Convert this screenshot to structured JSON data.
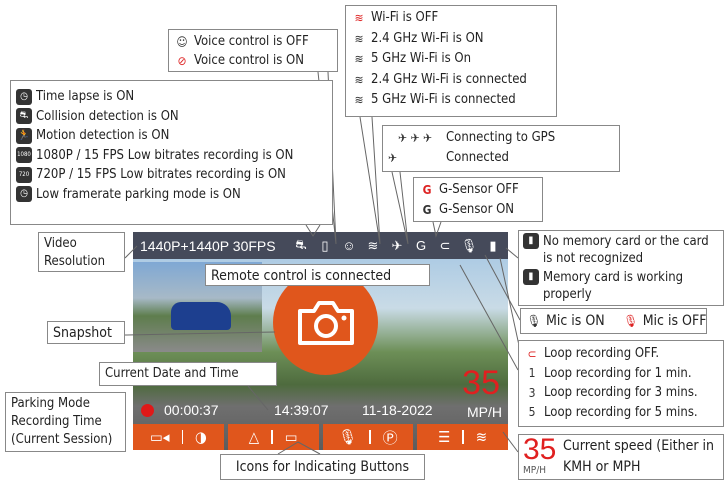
{
  "screen": {
    "resolution": "1440P+1440P 30FPS",
    "status_icons": [
      "collision-detection-icon",
      "remote-control-icon",
      "voice-control-icon",
      "wifi-5g-icon",
      "gps-icon",
      "g-sensor-off-icon",
      "loop-recording-off-icon",
      "mic-off-icon",
      "sd-card-icon"
    ],
    "recording_time": "00:00:37",
    "time": "14:39:07",
    "date": "11-18-2022",
    "speed": "35",
    "speed_unit": "MP/H",
    "buttons": [
      {
        "left": "video-camera-icon",
        "right": "contrast-icon"
      },
      {
        "left": "warning-triangle-icon",
        "right": "screen-icon"
      },
      {
        "left": "mic-icon",
        "right": "parking-icon"
      },
      {
        "left": "menu-icon",
        "right": "wifi-icon"
      }
    ],
    "accent": "#e0561c",
    "speed_color": "#e02020"
  },
  "callouts": {
    "modes": [
      "Time lapse is ON",
      "Collision detection is ON",
      "Motion detection is ON",
      "1080P / 15 FPS Low bitrates recording is ON",
      "720P / 15 FPS Low bitrates recording is ON",
      "Low framerate parking mode is ON"
    ],
    "voice": [
      "Voice control is OFF",
      "Voice control is ON"
    ],
    "wifi": [
      "Wi-Fi is OFF",
      "2.4 GHz Wi-Fi is ON",
      "5 GHz Wi-Fi is On",
      "2.4 GHz Wi-Fi is connected",
      "5 GHz Wi-Fi is connected"
    ],
    "gps": [
      "Connecting to GPS",
      "Connected"
    ],
    "gsensor": [
      "G-Sensor OFF",
      "G-Sensor ON"
    ],
    "video_resolution": "Video Resolution",
    "remote": "Remote control is connected",
    "snapshot": "Snapshot",
    "datetime": "Current Date and Time",
    "parking": "Parking Mode Recording Time (Current Session)",
    "indicating": "Icons for Indicating Buttons",
    "memory": [
      "No memory card or the card is not recognized",
      "Memory card is working properly"
    ],
    "mic": [
      "Mic is ON",
      "Mic is OFF"
    ],
    "loop": [
      "Loop recording OFF.",
      "Loop recording for 1 min.",
      "Loop recording for 3 mins.",
      "Loop recording for 5 mins."
    ],
    "loop_icon_numbers": [
      "1",
      "3",
      "5"
    ],
    "speed_example": "35",
    "speed_example_unit": "MP/H",
    "speed_text": "Current speed (Either in KMH or MPH"
  }
}
